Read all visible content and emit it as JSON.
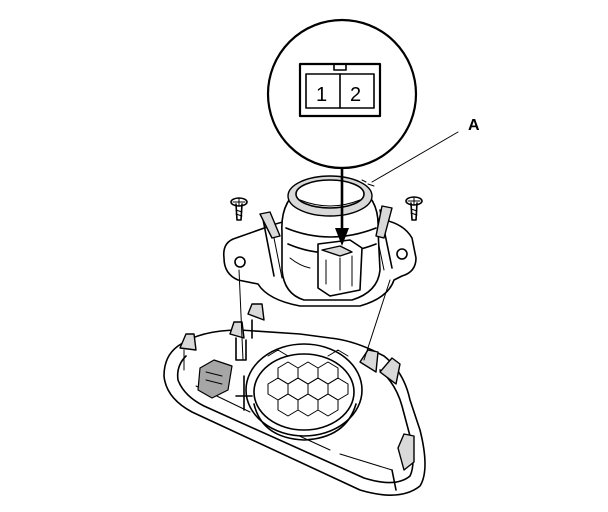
{
  "connector": {
    "pin_1": "1",
    "pin_2": "2"
  },
  "callouts": {
    "a": "A"
  }
}
